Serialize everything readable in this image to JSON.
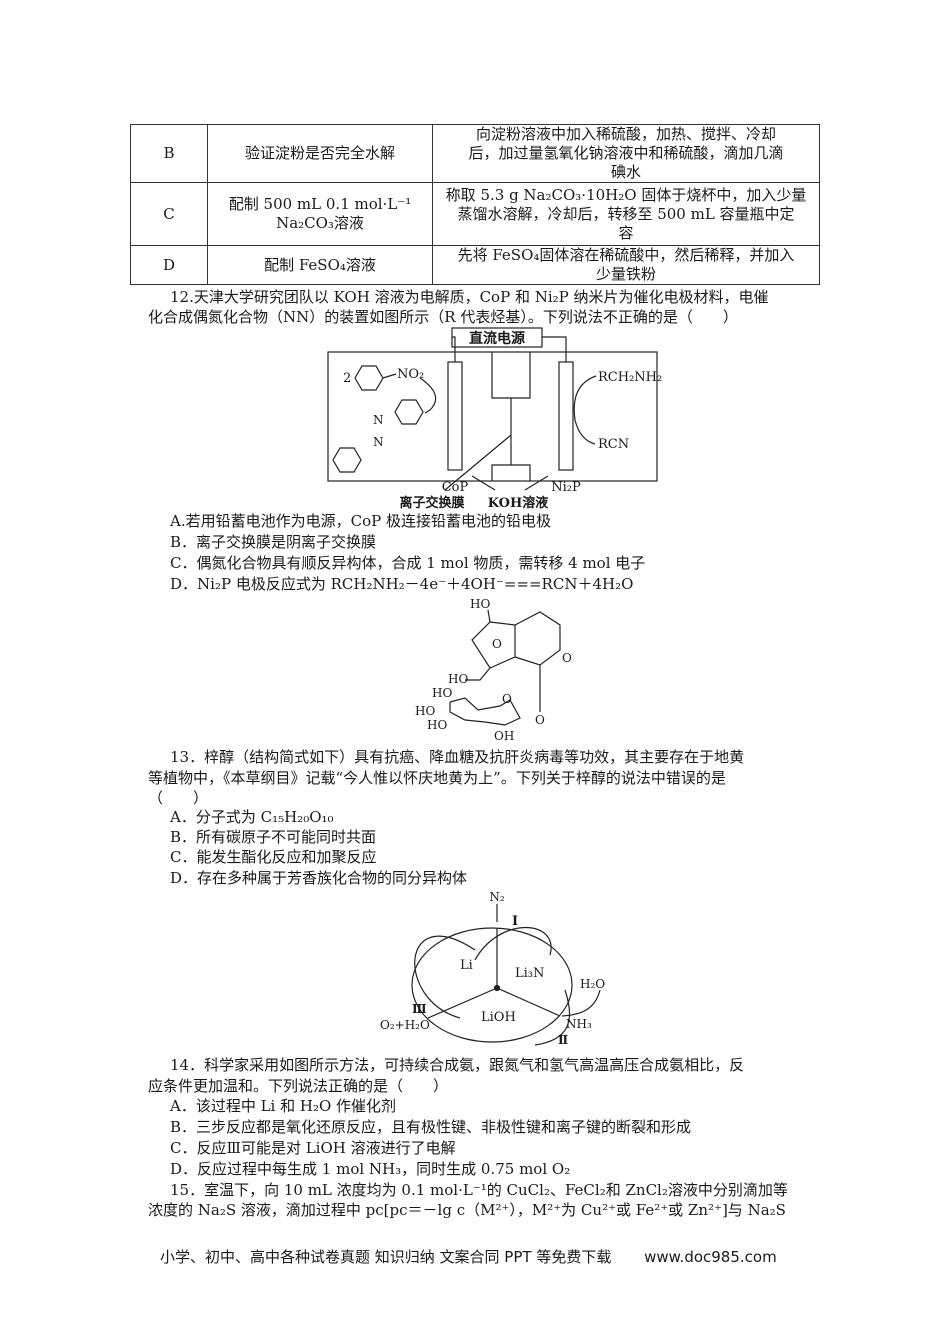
{
  "table": {
    "rows": [
      {
        "label": "B",
        "purpose": [
          "验证淀粉是否完全水解"
        ],
        "method": [
          "向淀粉溶液中加入稀硫酸，加热、搅拌、冷却",
          "后，加过量氢氧化钠溶液中和稀硫酸，滴加几滴",
          "碘水"
        ]
      },
      {
        "label": "C",
        "purpose": [
          "配制 500 mL 0.1 mol·L⁻¹",
          "Na₂CO₃溶液"
        ],
        "method": [
          "称取 5.3 g Na₂CO₃·10H₂O 固体于烧杯中，加入少量",
          "蒸馏水溶解，冷却后，转移至 500 mL 容量瓶中定",
          "容"
        ]
      },
      {
        "label": "D",
        "purpose": [
          "配制 FeSO₄溶液"
        ],
        "method": [
          "先将 FeSO₄固体溶在稀硫酸中，然后稀释，并加入",
          "少量铁粉"
        ]
      }
    ]
  },
  "q12": {
    "lines": [
      "12.天津大学研究团队以 KOH 溶液为电解质，CoP 和 Ni₂P 纳米片为催化电极材料，电催",
      "化合成偶氮化合物（NN）的装置如图所示（R 代表烃基）。下列说法不正确的是（　　）"
    ],
    "diagram": {
      "power": "直流电源",
      "coef": "2",
      "no2": "NO₂",
      "n1": "N",
      "n2": "N",
      "cop": "CoP",
      "ni2p": "Ni₂P",
      "rch2nh2": "RCH₂NH₂",
      "rcn": "RCN",
      "membrane": "离子交换膜",
      "koh": "KOH溶液"
    },
    "options": [
      "A.若用铅蓄电池作为电源，CoP 极连接铅蓄电池的铅电极",
      "B．离子交换膜是阴离子交换膜",
      "C．偶氮化合物具有顺反异构体，合成 1 mol 物质，需转移 4 mol 电子",
      "D．Ni₂P 电极反应式为 RCH₂NH₂－4e⁻＋4OH⁻===RCN＋4H₂O"
    ]
  },
  "structure": {
    "ho_top": "HO",
    "o_epox": "O",
    "o_ring": "O",
    "ho_ch2": "HO",
    "ho_glc1": "HO",
    "o_glc": "O",
    "ho_glc2": "HO",
    "ho_glc3": "HO",
    "oh_glc": "OH",
    "o_link": "O"
  },
  "q13": {
    "lines": [
      "13．梓醇（结构简式如下）具有抗癌、降血糖及抗肝炎病毒等功效，其主要存在于地黄",
      "等植物中，《本草纲目》记载“今人惟以怀庆地黄为上”。下列关于梓醇的说法中错误的是",
      "（　　）"
    ],
    "options": [
      "A．分子式为 C₁₅H₂₀O₁₀",
      "B．所有碳原子不可能同时共面",
      "C．能发生酯化反应和加聚反应",
      "D．存在多种属于芳香族化合物的同分异构体"
    ]
  },
  "cycle": {
    "n2": "N₂",
    "r1": "Ⅰ",
    "li": "Li",
    "li3n": "Li₃N",
    "h2o": "H₂O",
    "r3": "Ⅲ",
    "o2h2o": "O₂+H₂O",
    "lioh": "LiOH",
    "nh3": "NH₃",
    "r2": "Ⅱ"
  },
  "q14": {
    "lines": [
      "14．科学家采用如图所示方法，可持续合成氨，跟氮气和氢气高温高压合成氨相比，反",
      "应条件更加温和。下列说法正确的是（　　）"
    ],
    "options": [
      "A．该过程中 Li 和 H₂O 作催化剂",
      "B．三步反应都是氧化还原反应，且有极性键、非极性键和离子键的断裂和形成",
      "C．反应Ⅲ可能是对 LiOH 溶液进行了电解",
      "D．反应过程中每生成 1 mol NH₃，同时生成 0.75 mol O₂"
    ]
  },
  "q15": {
    "lines": [
      "15．室温下，向 10 mL 浓度均为 0.1 mol·L⁻¹的 CuCl₂、FeCl₂和 ZnCl₂溶液中分别滴加等",
      "浓度的 Na₂S 溶液，滴加过程中 pc[pc＝－lg c（M²⁺），M²⁺为 Cu²⁺或 Fe²⁺或 Zn²⁺]与 Na₂S"
    ]
  },
  "footer": {
    "text": "小学、初中、高中各种试卷真题  知识归纳  文案合同  PPT 等免费下载",
    "url": "www.doc985.com"
  }
}
